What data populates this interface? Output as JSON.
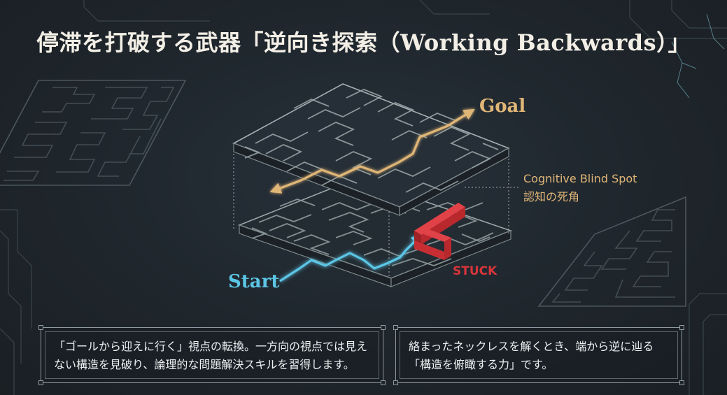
{
  "title": "停滞を打破する武器「逆向き探索（Working Backwards）」",
  "diagram": {
    "goal_label": "Goal",
    "start_label": "Start",
    "stuck_label": "STUCK",
    "blind_spot_en": "Cognitive Blind Spot",
    "blind_spot_ja": "認知の死角"
  },
  "captions": {
    "left": [
      "「ゴールから迎えに行く」視点の転換。一方向の視点では見え",
      "ない構造を見破り、論理的な問題解決スキルを習得します。"
    ],
    "right": [
      "絡まったネックレスを解くとき、端から逆に辿る",
      "「構造を俯瞰する力」です。"
    ]
  },
  "colors": {
    "background": "#1e252b",
    "maze_line": "#8d9a9c",
    "goal_path": "#e0b677",
    "start_path": "#5cc6e6",
    "stuck": "#d8353a",
    "title_text": "#f3efe6"
  }
}
